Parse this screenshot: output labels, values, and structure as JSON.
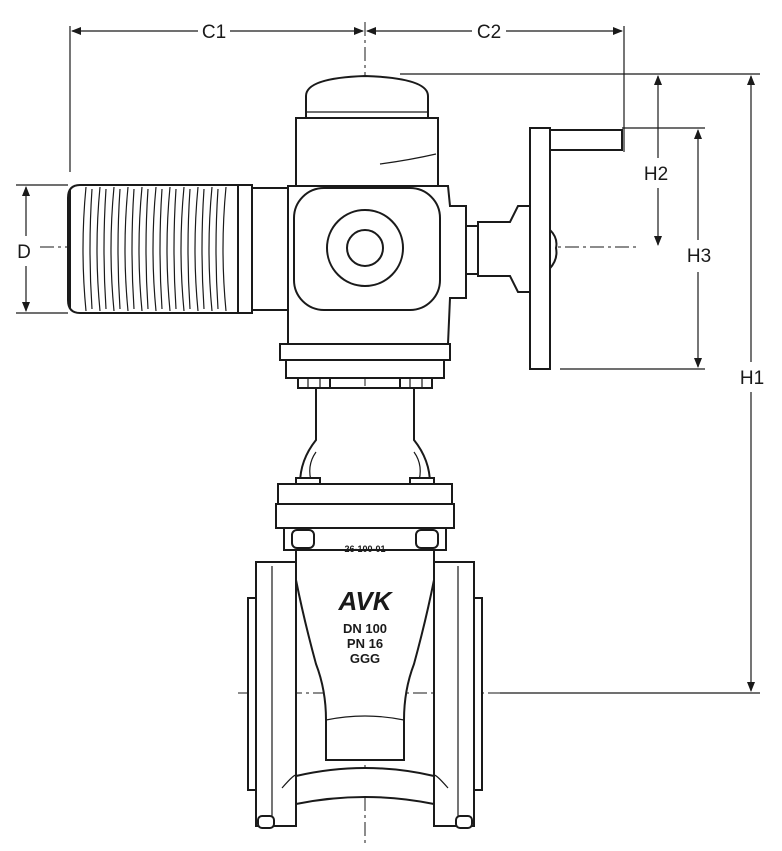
{
  "dimensions": {
    "c1": "C1",
    "c2": "C2",
    "d": "D",
    "h1": "H1",
    "h2": "H2",
    "h3": "H3"
  },
  "valve_markings": {
    "serial": "26-100-01",
    "brand": "AVK",
    "size": "DN 100",
    "pressure": "PN 16",
    "material": "GGG"
  },
  "colors": {
    "line": "#1a1a1a",
    "background": "#ffffff"
  }
}
